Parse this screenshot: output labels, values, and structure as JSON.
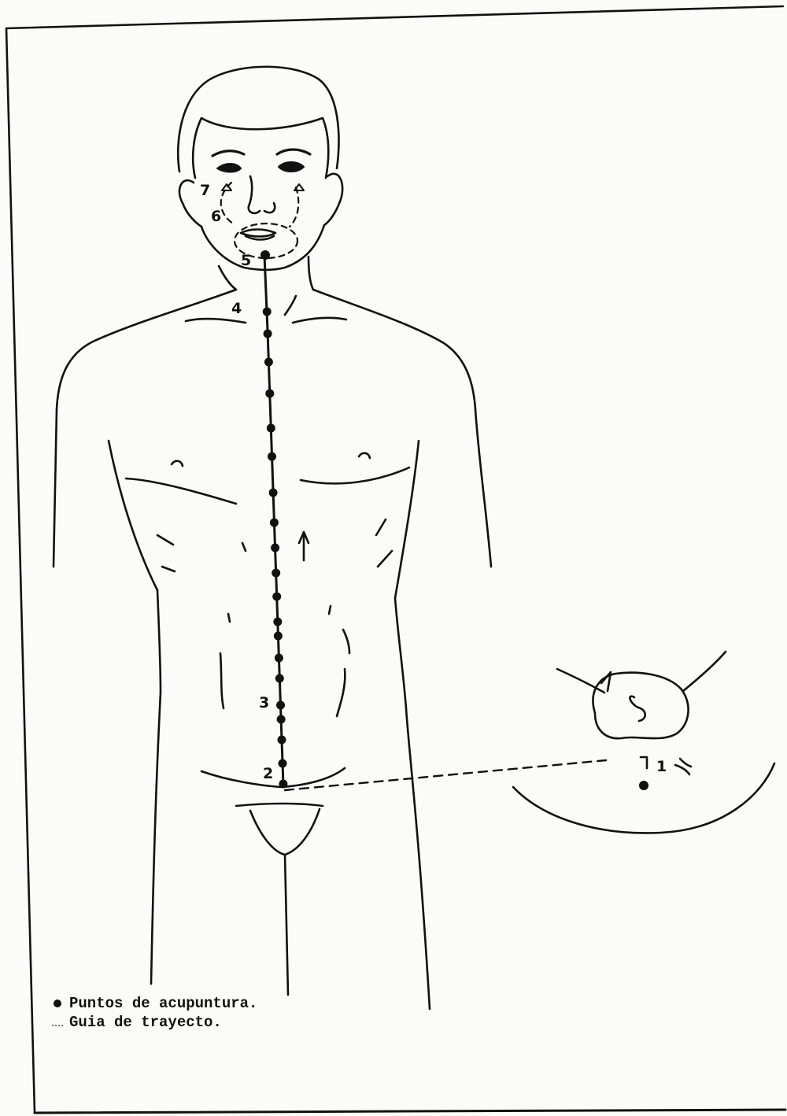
{
  "diagram": {
    "point_labels": [
      {
        "id": "1",
        "text": "1"
      },
      {
        "id": "2",
        "text": "2"
      },
      {
        "id": "3",
        "text": "3"
      },
      {
        "id": "4",
        "text": "4"
      },
      {
        "id": "5",
        "text": "5"
      },
      {
        "id": "6",
        "text": "6"
      },
      {
        "id": "7",
        "text": "7"
      }
    ],
    "legend": {
      "points": "Puntos de acupuntura.",
      "path": "Guia de trayecto."
    },
    "colors": {
      "ink": "#111111",
      "paper": "#fbfbf9"
    }
  }
}
